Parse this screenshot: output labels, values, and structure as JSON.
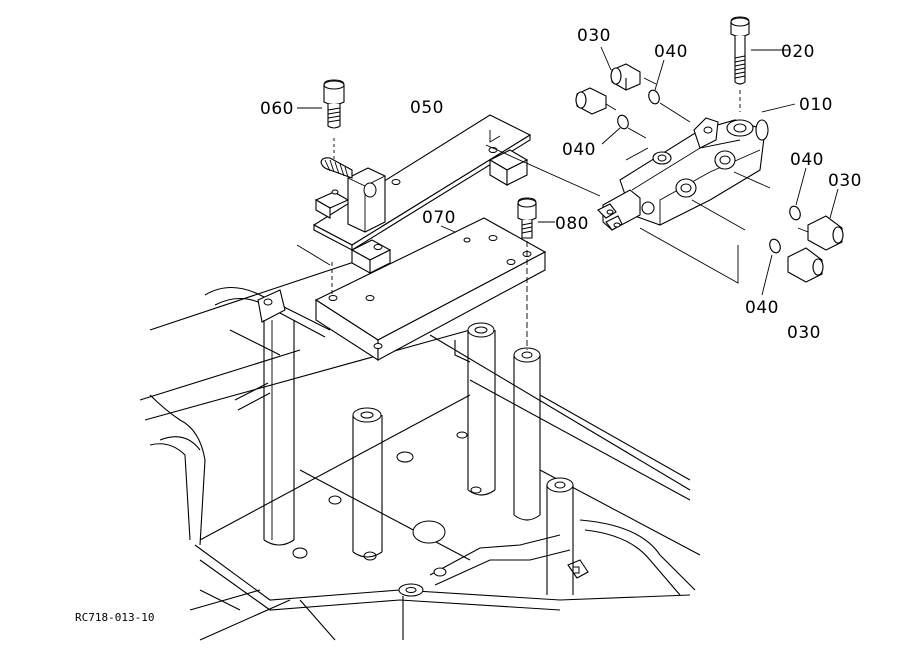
{
  "callouts": [
    {
      "key": "c060",
      "text": "060"
    },
    {
      "key": "c050",
      "text": "050"
    },
    {
      "key": "c070",
      "text": "070"
    },
    {
      "key": "c080",
      "text": "080"
    },
    {
      "key": "c030a",
      "text": "030"
    },
    {
      "key": "c040a",
      "text": "040"
    },
    {
      "key": "c040b",
      "text": "040"
    },
    {
      "key": "c020",
      "text": "020"
    },
    {
      "key": "c010",
      "text": "010"
    },
    {
      "key": "c040c",
      "text": "040"
    },
    {
      "key": "c030b",
      "text": "030"
    },
    {
      "key": "c040d",
      "text": "040"
    },
    {
      "key": "c030c",
      "text": "030"
    }
  ],
  "drawing_code": "RC718-013-10"
}
